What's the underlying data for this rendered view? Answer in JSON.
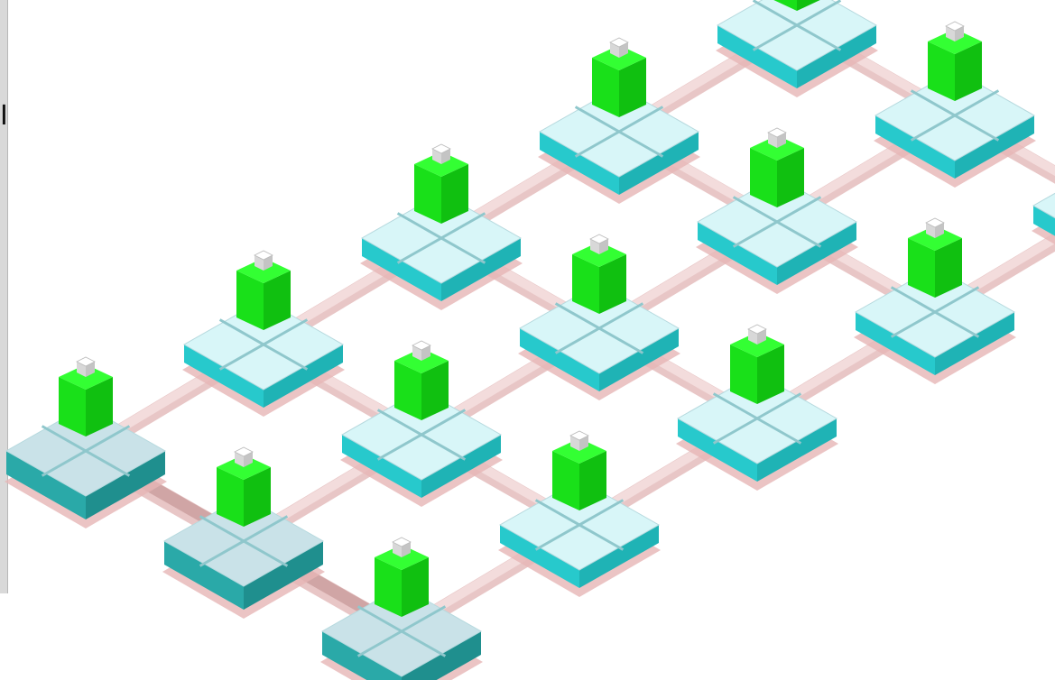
{
  "edge_glyph": "I",
  "colors": {
    "background": "#ffffff",
    "cube_front": "#19e019",
    "cube_right": "#10c010",
    "cube_top": "#33ff33",
    "nub_top": "#ffffff",
    "nub_side": "#d8d8d8",
    "platform_top": "#d8f6f8",
    "platform_side_left": "#27c9cc",
    "platform_side_right": "#1fb3b5",
    "platform_base": "#e6b5b5",
    "corner_top": "#c9e2e8",
    "corner_side_left": "#2aa9a8",
    "corner_side_right": "#1f8f8e",
    "link": "#f3dcdc",
    "link_edge": "#e8c6c6",
    "link_dark": "#c89a9a"
  },
  "diagram": {
    "rows": 3,
    "columns": 5,
    "node_icon": "green-cube-icon",
    "platform_icon": "cyan-platform-icon",
    "highlighted_corner_nodes": 3
  }
}
